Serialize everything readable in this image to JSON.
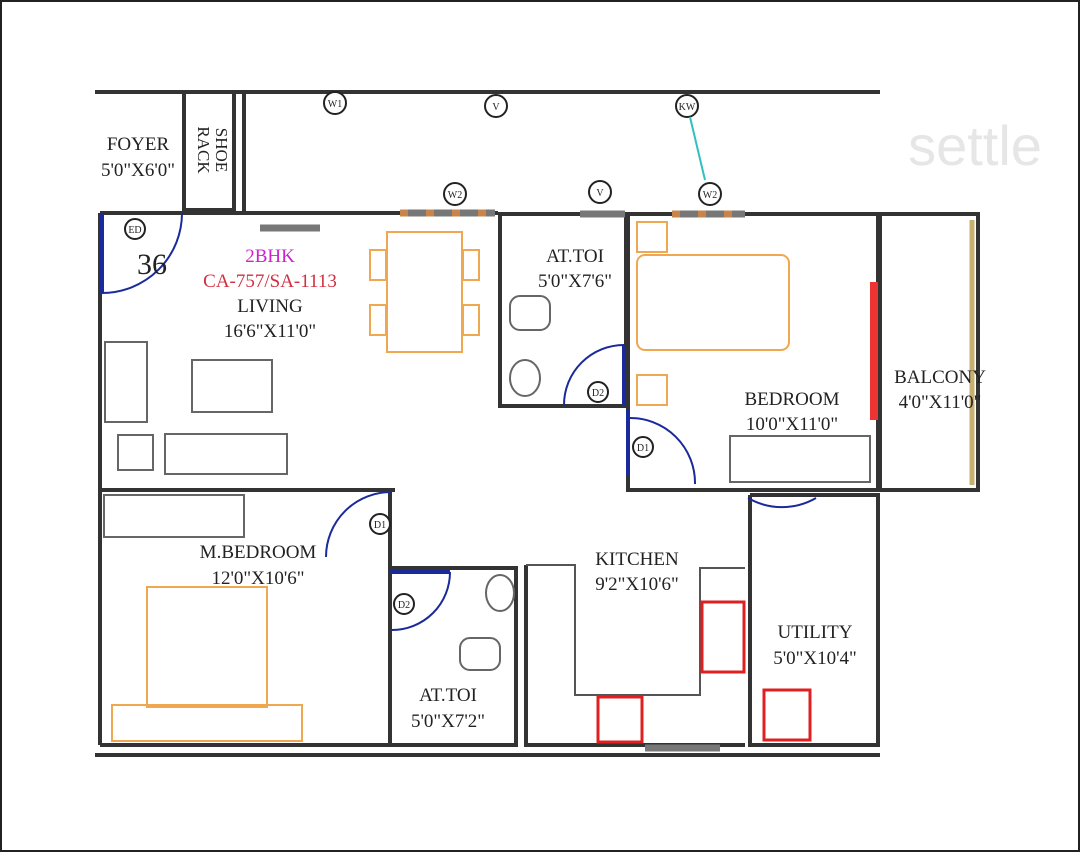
{
  "plan": {
    "unit_number": "36",
    "unit_type": "2BHK",
    "area": "CA-757/SA-1113",
    "watermark": "settle",
    "rooms": [
      {
        "name": "FOYER",
        "size": "5'0\"X6'0\""
      },
      {
        "name": "LIVING",
        "size": "16'6\"X11'0\""
      },
      {
        "name": "AT.TOI",
        "size": "5'0\"X7'6\""
      },
      {
        "name": "BEDROOM",
        "size": "10'0\"X11'0\""
      },
      {
        "name": "BALCONY",
        "size": "4'0\"X11'0\""
      },
      {
        "name": "M.BEDROOM",
        "size": "12'0\"X10'6\""
      },
      {
        "name": "KITCHEN",
        "size": "9'2\"X10'6\""
      },
      {
        "name": "AT.TOI",
        "size": "5'0\"X7'2\""
      },
      {
        "name": "UTILITY",
        "size": "5'0\"X10'4\""
      }
    ],
    "shoe_rack": [
      "SHOE",
      "RACK"
    ],
    "tags": {
      "w1": "W1",
      "v": "V",
      "kw": "KW",
      "w2": "W2",
      "ed": "ED",
      "d1": "D1",
      "d2": "D2"
    },
    "colors": {
      "unit_type": "#d020d0",
      "area": "#d03040",
      "furniture": "#f0a850",
      "door": "#1a2a9a"
    }
  }
}
